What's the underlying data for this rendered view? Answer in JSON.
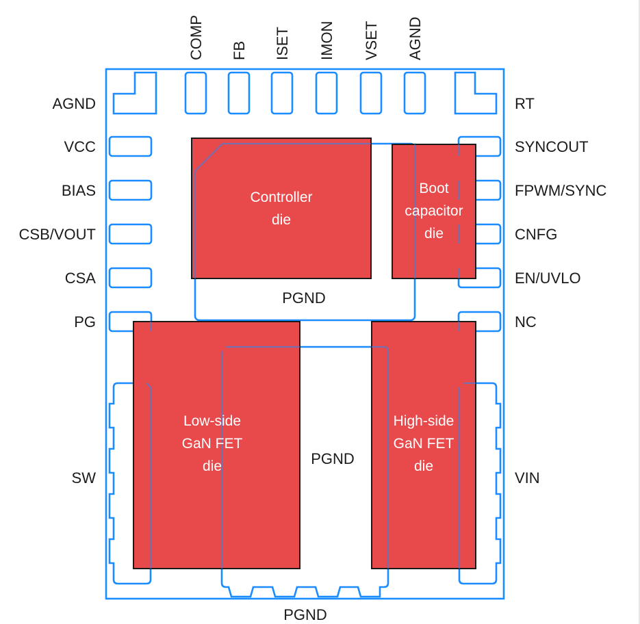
{
  "colors": {
    "outline": "#1a8cff",
    "die_fill": "#e8494b",
    "die_stroke": "#1a1a1a",
    "die_text": "#ffffff",
    "text": "#1a1a1a"
  },
  "top_pins": [
    "COMP",
    "FB",
    "ISET",
    "IMON",
    "VSET",
    "AGND"
  ],
  "left_pins": {
    "agnd": "AGND",
    "vcc": "VCC",
    "bias": "BIAS",
    "csb_vout": "CSB/VOUT",
    "csa": "CSA",
    "pg": "PG",
    "sw": "SW"
  },
  "right_pins": {
    "rt": "RT",
    "syncout": "SYNCOUT",
    "fpwm_sync": "FPWM/SYNC",
    "cnfg": "CNFG",
    "en_uvlo": "EN/UVLO",
    "nc": "NC",
    "vin": "VIN"
  },
  "dies": {
    "controller": [
      "Controller",
      "die"
    ],
    "boot_cap": [
      "Boot",
      "capacitor",
      "die"
    ],
    "low_side": [
      "Low-side",
      "GaN FET",
      "die"
    ],
    "high_side": [
      "High-side",
      "GaN FET",
      "die"
    ]
  },
  "pgnd": {
    "upper": "PGND",
    "center": "PGND",
    "bottom": "PGND"
  }
}
